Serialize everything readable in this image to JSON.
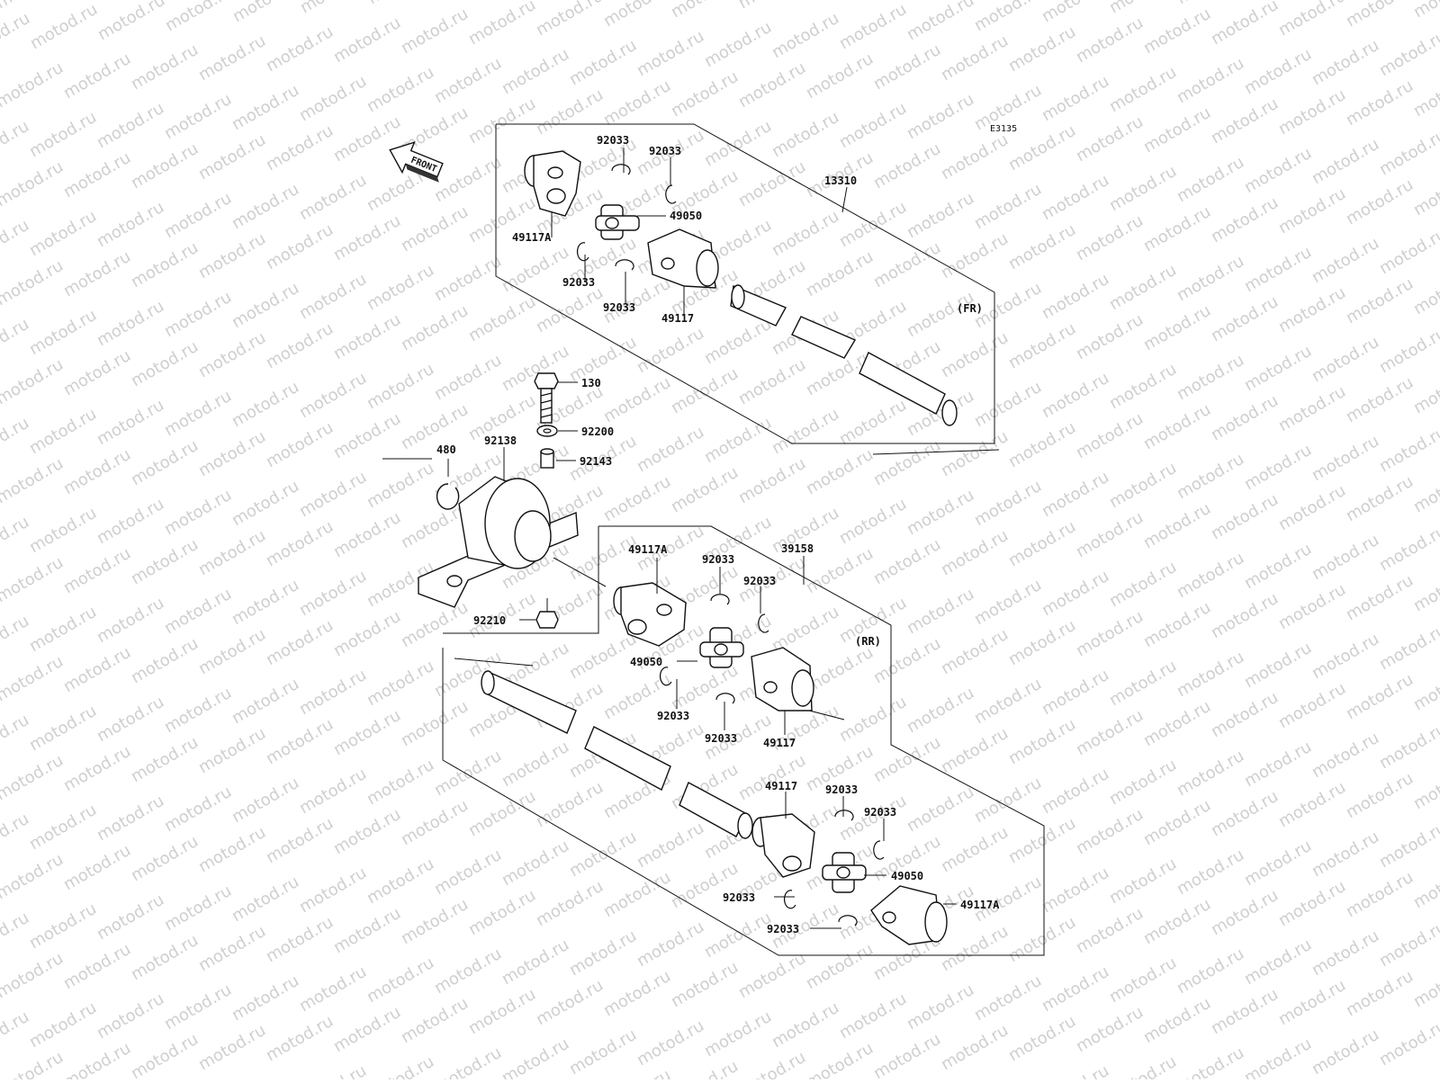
{
  "diagram": {
    "code": "E3135",
    "front_label": "FRONT",
    "watermark": "motod.ru",
    "groups": {
      "front": {
        "part_no": "13310",
        "tag": "(FR)"
      },
      "rear": {
        "part_no": "39158",
        "tag": "(RR)"
      }
    },
    "callouts": {
      "c1": "92033",
      "c2": "92033",
      "c3": "13310",
      "c4": "49117A",
      "c5": "49050",
      "c6": "92033",
      "c7": "92033",
      "c8": "49117",
      "c9": "(FR)",
      "c10": "130",
      "c11": "92200",
      "c12": "480",
      "c13": "92138",
      "c14": "92143",
      "c15": "92210",
      "c16": "49117A",
      "c17": "92033",
      "c18": "92033",
      "c19": "39158",
      "c20": "(RR)",
      "c21": "49050",
      "c22": "92033",
      "c23": "92033",
      "c24": "49117",
      "c25": "49117",
      "c26": "92033",
      "c27": "92033",
      "c28": "49050",
      "c29": "92033",
      "c30": "49117A",
      "c31": "92033"
    }
  }
}
